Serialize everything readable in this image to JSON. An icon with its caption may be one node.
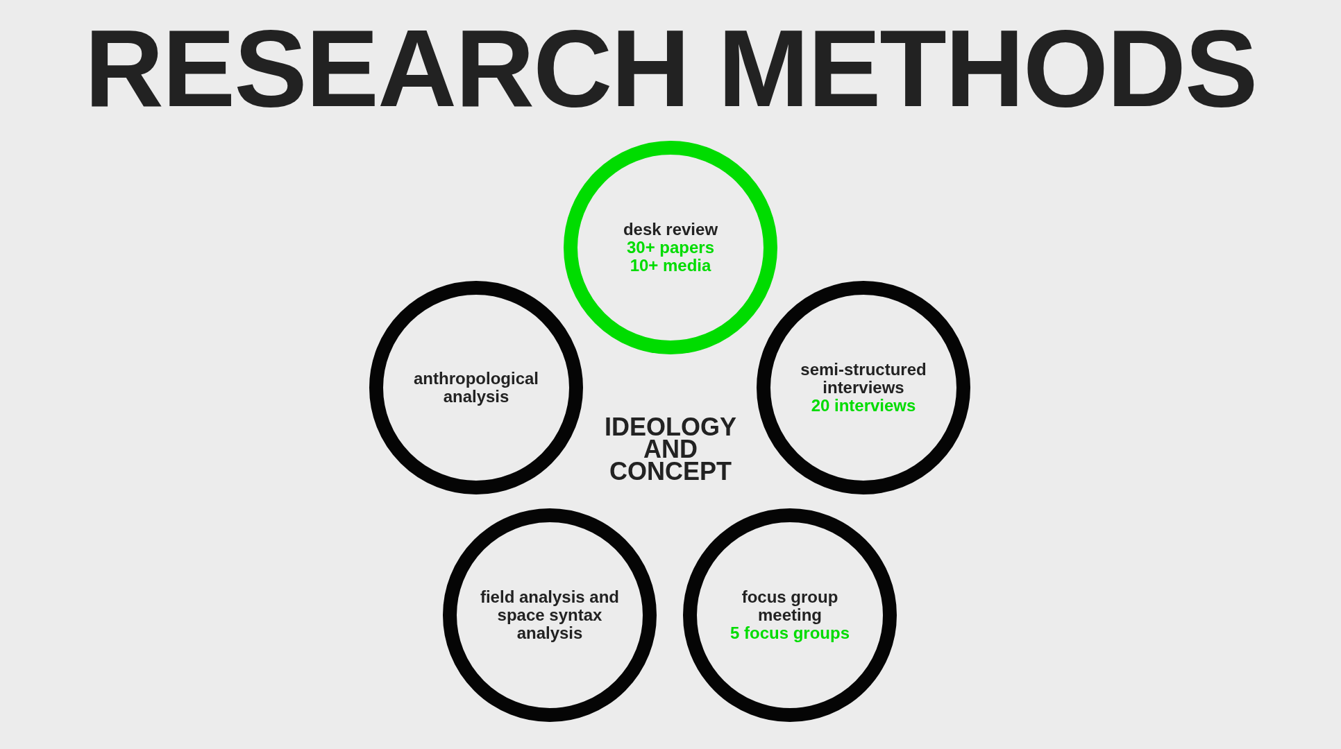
{
  "diagram": {
    "title": "RESEARCH METHODS",
    "nodes": [
      {
        "text": [
          "desk review",
          "30+ papers",
          "10+ media"
        ]
      },
      {
        "text": [
          "anthropological analysis"
        ]
      },
      {
        "text": [
          "semi-structured interviews",
          "20 interviews"
        ]
      },
      {
        "text": [
          "field analysis and space syntax analysis"
        ]
      },
      {
        "text": [
          "focus group meeting",
          "5 focus groups"
        ]
      }
    ],
    "labels": [
      "IDEOLOGY AND CONCEPT"
    ]
  }
}
